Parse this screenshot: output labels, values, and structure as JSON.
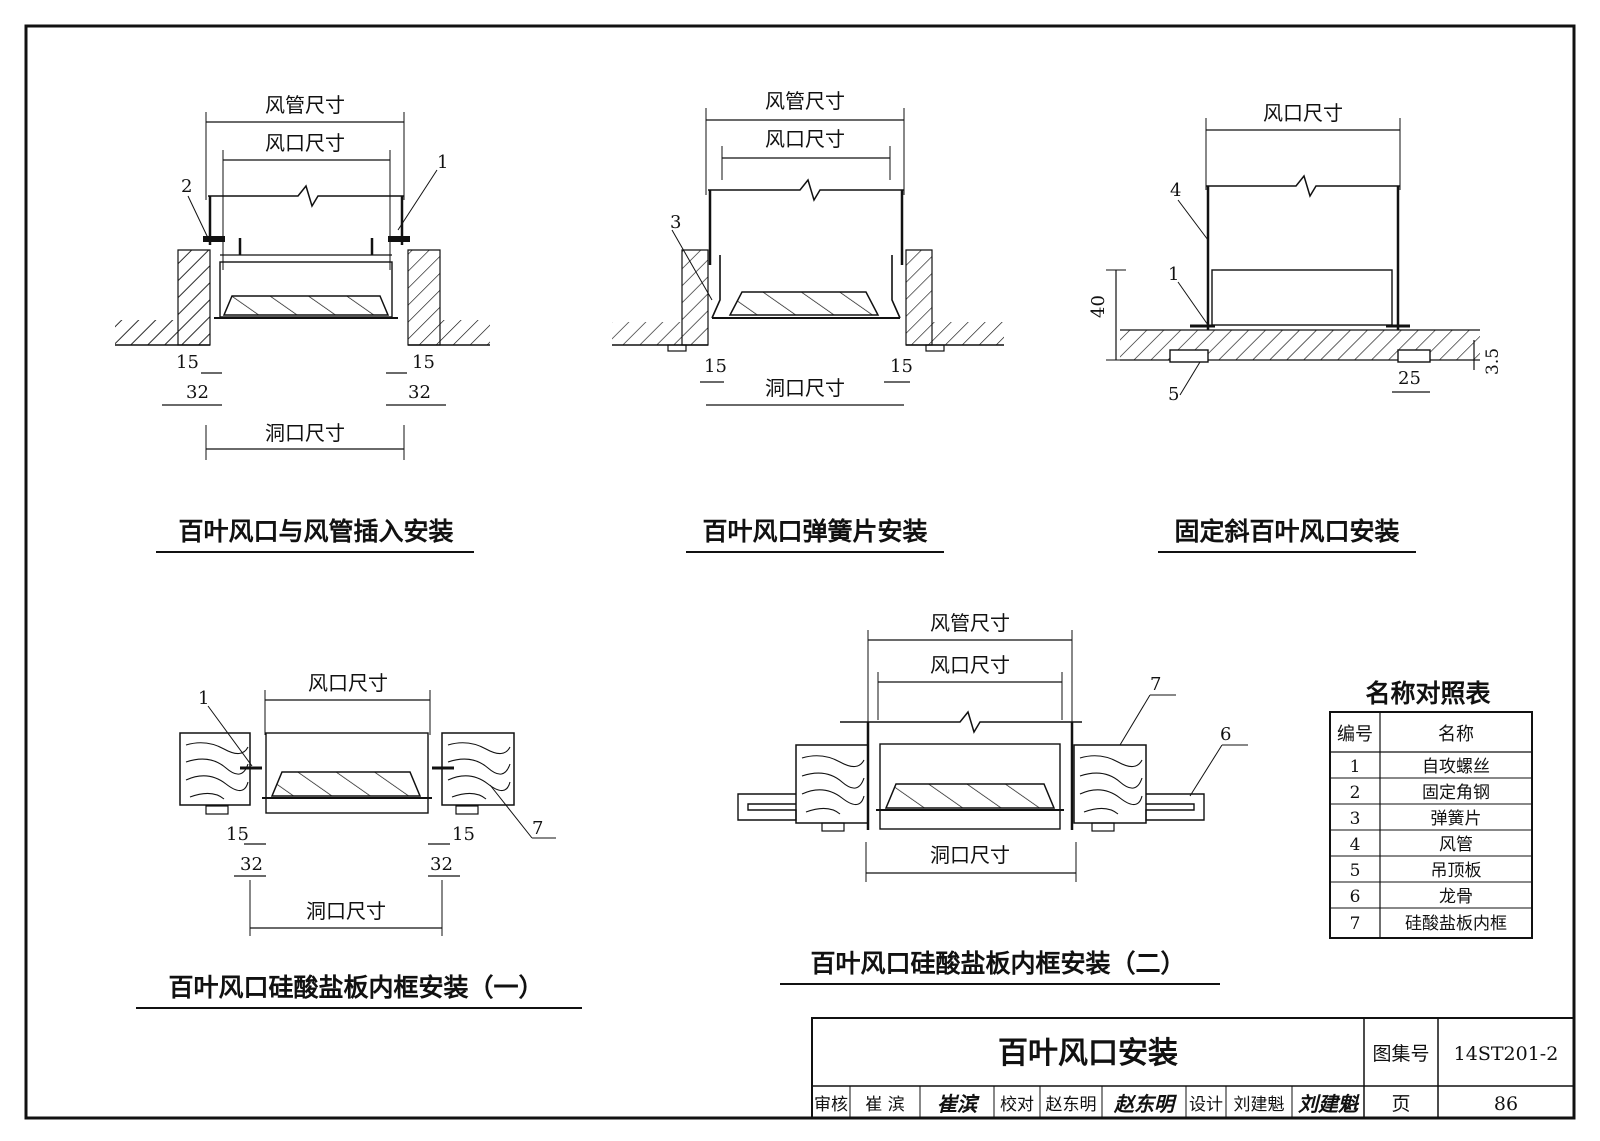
{
  "dims": {
    "duct_size": "风管尺寸",
    "outlet_size": "风口尺寸",
    "opening_size": "洞口尺寸",
    "d15": "15",
    "d32": "32",
    "d40": "40",
    "d25": "25",
    "d35": "3.5"
  },
  "callouts": [
    "1",
    "2",
    "3",
    "4",
    "5",
    "6",
    "7"
  ],
  "figures": {
    "fig1": "百叶风口与风管插入安装",
    "fig2": "百叶风口弹簧片安装",
    "fig3": "固定斜百叶风口安装",
    "fig4": "百叶风口硅酸盐板内框安装（一）",
    "fig5": "百叶风口硅酸盐板内框安装（二）"
  },
  "legend": {
    "title": "名称对照表",
    "headers": [
      "编号",
      "名称"
    ],
    "rows": [
      [
        "1",
        "自攻螺丝"
      ],
      [
        "2",
        "固定角钢"
      ],
      [
        "3",
        "弹簧片"
      ],
      [
        "4",
        "风管"
      ],
      [
        "5",
        "吊顶板"
      ],
      [
        "6",
        "龙骨"
      ],
      [
        "7",
        "硅酸盐板内框"
      ]
    ]
  },
  "titleblock": {
    "drawing_title": "百叶风口安装",
    "atlas_label": "图集号",
    "atlas_no": "14ST201-2",
    "page_label": "页",
    "page_no": "86",
    "review_label": "审核",
    "reviewer": "崔  滨",
    "reviewer_sig": "崔滨",
    "check_label": "校对",
    "checker": "赵东明",
    "checker_sig": "赵东明",
    "design_label": "设计",
    "designer": "刘建魁",
    "designer_sig": "刘建魁"
  }
}
